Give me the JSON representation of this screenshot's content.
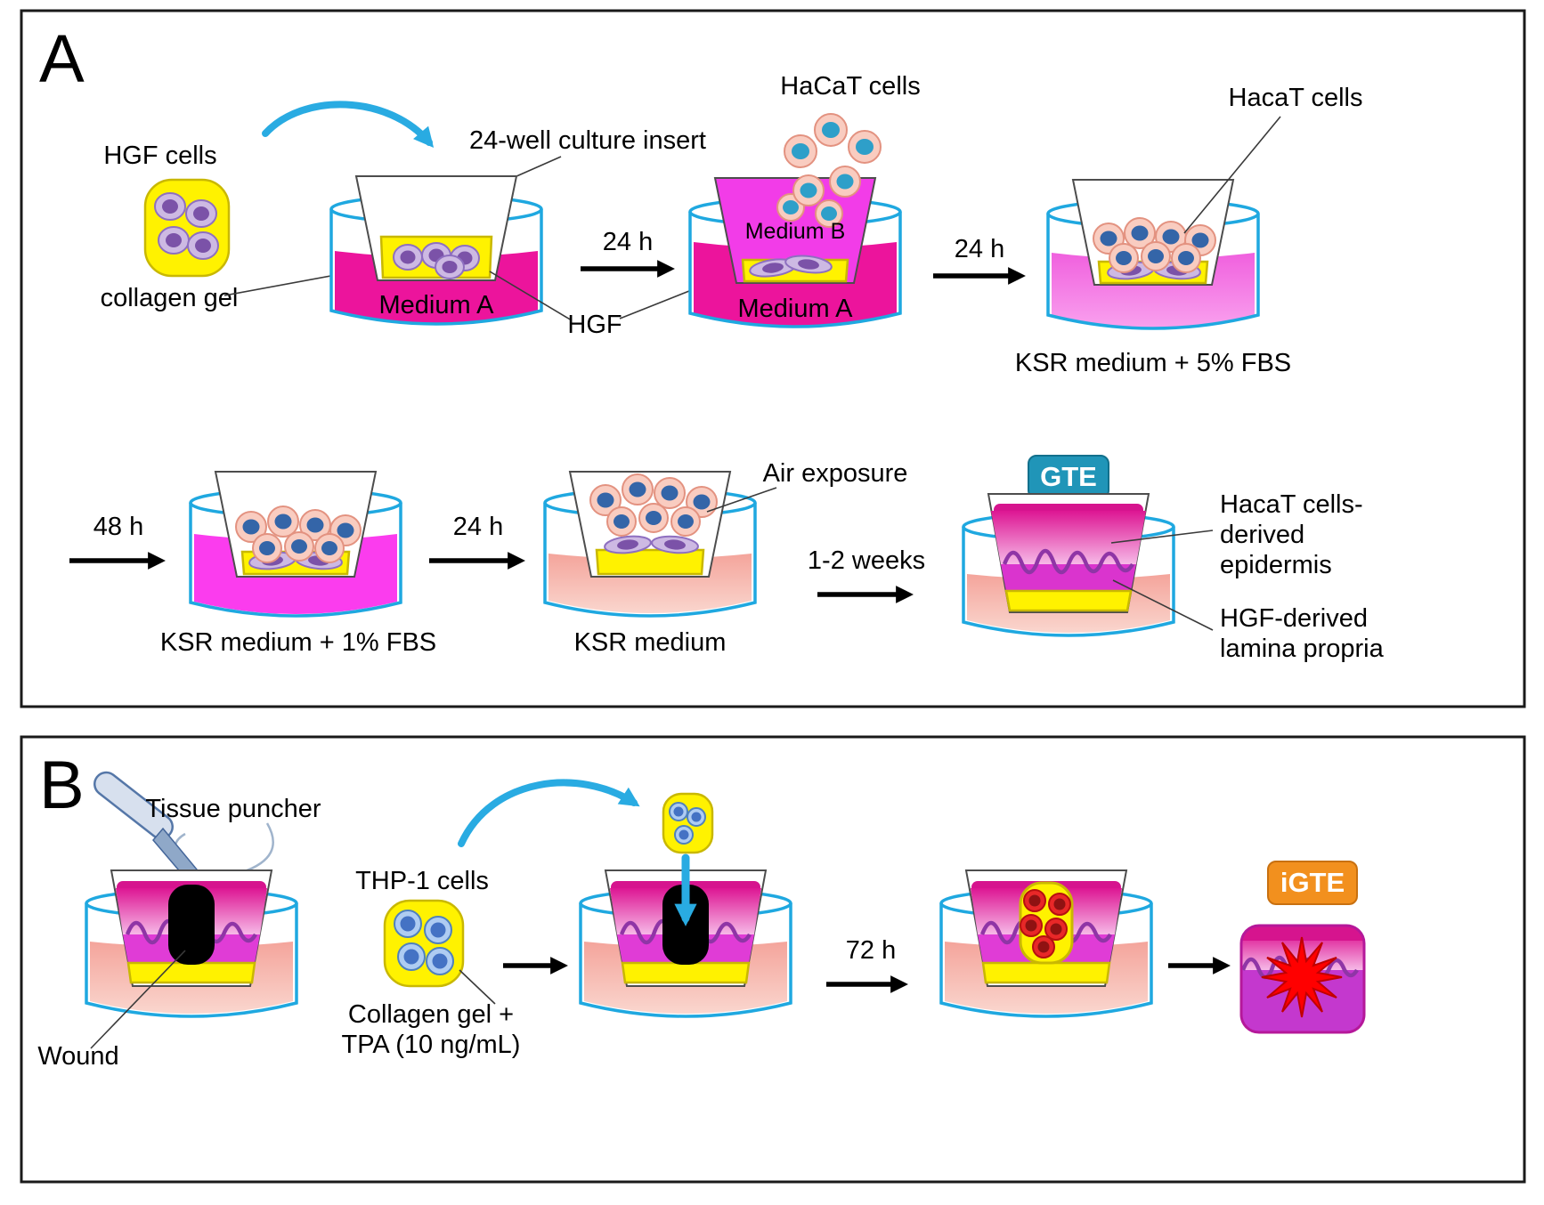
{
  "panel_a": {
    "letter": "A",
    "labels": {
      "hgf_cells": "HGF cells",
      "collagen_gel": "collagen gel",
      "culture_insert": "24-well culture insert",
      "medium_a_dish1": "Medium A",
      "step1": "24 h",
      "hacat_cells": "HaCaT cells",
      "medium_b": "Medium B",
      "medium_a_dish2": "Medium A",
      "hgf": "HGF",
      "step2": "24 h",
      "hacat_cells_right": "HacaT cells",
      "dish3_caption": "KSR medium + 5% FBS",
      "step3": "48 h",
      "dish4_caption": "KSR medium + 1% FBS",
      "step4": "24 h",
      "air_exposure": "Air exposure",
      "dish5_caption": "KSR medium",
      "step5": "1-2 weeks",
      "gte": "GTE",
      "epidermis": [
        "HacaT cells-",
        "derived",
        "epidermis"
      ],
      "lamina": [
        "HGF-derived",
        "lamina propria"
      ]
    }
  },
  "panel_b": {
    "letter": "B",
    "labels": {
      "tissue_puncher": "Tissue puncher",
      "wound": "Wound",
      "thp1_cells": "THP-1 cells",
      "collagen_tpa": [
        "Collagen gel +",
        "TPA (10 ng/mL)"
      ],
      "step1": "72 h",
      "igte": "iGTE"
    }
  },
  "colors": {
    "dish_outline_cyan": "#1FA8E0",
    "transfer_arrow_blue": "#29ABE2",
    "medium_a": "#EC149C",
    "medium_b": "#F23CE8",
    "ksr_5_fbs": "#F060DE",
    "ksr_1_fbs": "#FB3CEE",
    "ksr_salmon": "#F4A49B",
    "collagen_yellow": "#FFF200",
    "gte_badge": "#2095B8",
    "igte_badge": "#F2901E",
    "epidermis_pink": "#DD1693",
    "lamina_magenta": "#DA34CE",
    "wound": "#000000",
    "inflammation_red": "#FF0000",
    "hgf_cell_purple": "#7B52A8",
    "hacat_nucleus_teal": "#2E9FC9",
    "thp1_nucleus_blue": "#4472C4"
  }
}
